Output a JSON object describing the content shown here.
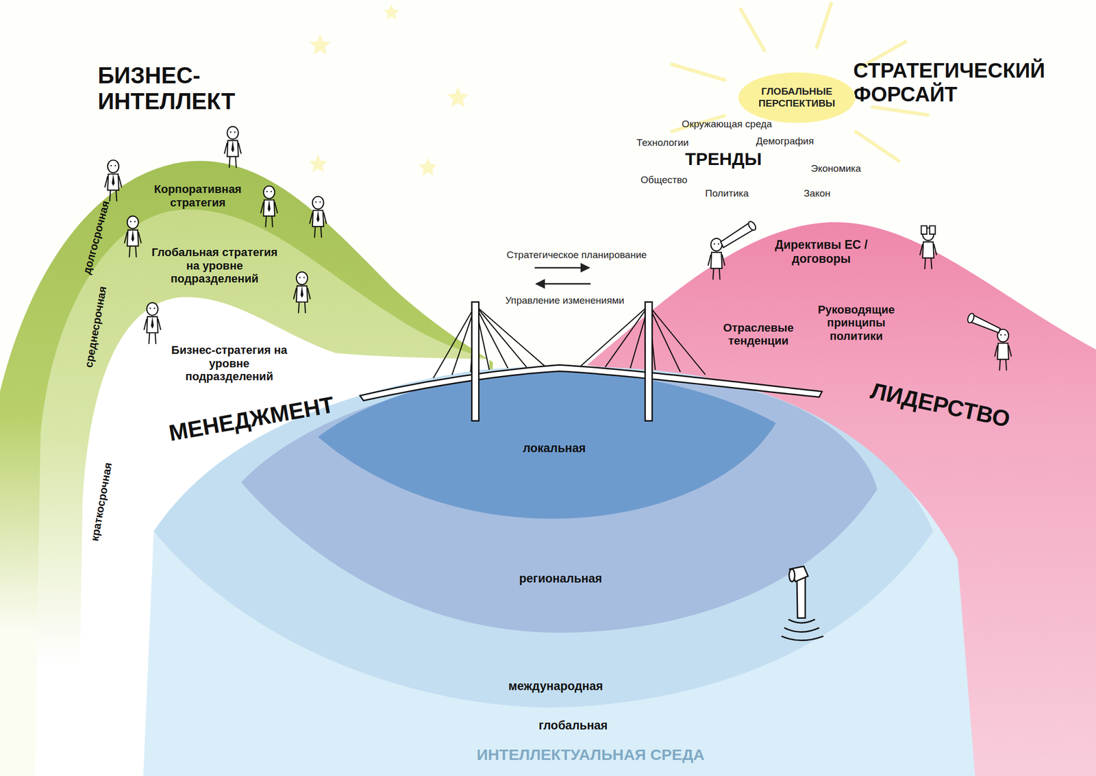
{
  "diagram": {
    "nodes": [
      {
        "text": [
          "ГЛОБАЛЬНЫЕ ПЕРСПЕКТИВЫ"
        ]
      }
    ],
    "labels": [
      "БИЗНЕС-ИНТЕЛЛЕКТ",
      "СТРАТЕГИЧЕСКИЙ ФОРСАЙТ",
      "Окружающая среда",
      "Технологии",
      "ТРЕНДЫ",
      "Демография",
      "Экономика",
      "Общество",
      "Политика",
      "Закон",
      "Директивы ЕС / договоры",
      "Отраслевые тенденции",
      "Руководящие принципы политики",
      "ЛИДЕРСТВО",
      "Стратегическое планирование",
      "Управление изменениями",
      "Корпоративная стратегия",
      "Глобальная стратегия на уровне подразделений",
      "Бизнес-стратегия на уровне подразделений",
      "долгосрочная",
      "среднесрочная",
      "краткосрочная",
      "МЕНЕДЖМЕНТ",
      "локальная",
      "региональная",
      "международная",
      "глобальная",
      "ИНТЕЛЛЕКТУАЛЬНАЯ СРЕДА"
    ]
  }
}
